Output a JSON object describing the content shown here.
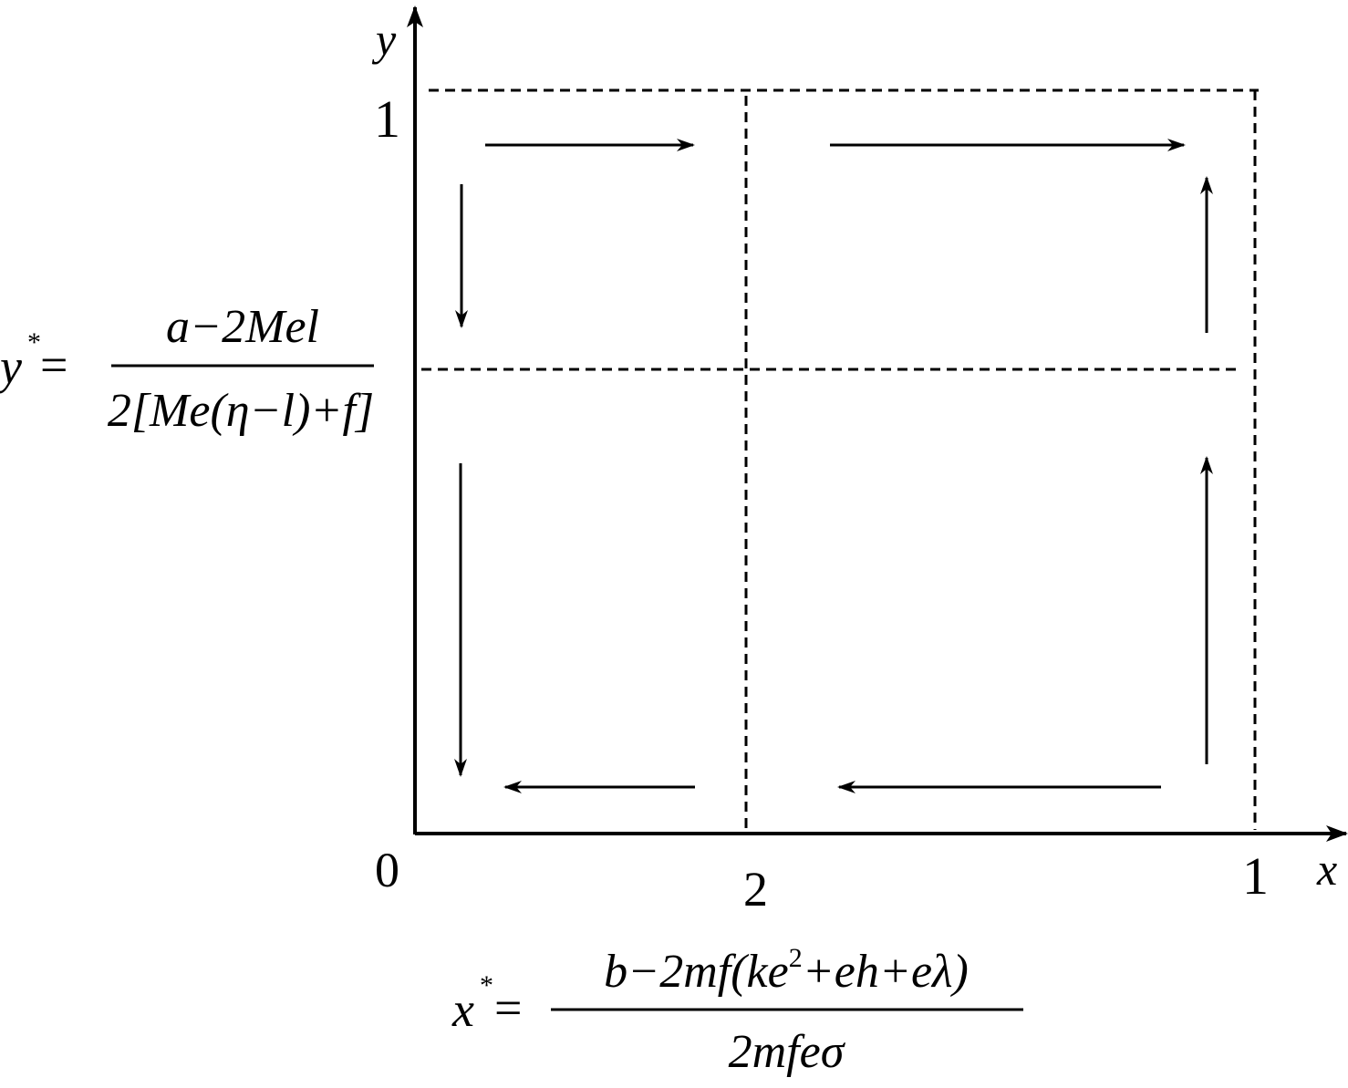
{
  "axes": {
    "x_label": "x",
    "y_label": "y",
    "origin_label": "0",
    "x_tick_1": "1",
    "y_tick_1": "1",
    "x_tick_mid": "2"
  },
  "y_star": {
    "lhs": "y",
    "superscript": "*",
    "equals": "=",
    "numerator": "a−2Mel",
    "denominator": "2[Me(η−l)+f]"
  },
  "x_star": {
    "lhs": "x",
    "superscript": "*",
    "equals": "=",
    "numerator_a": "b−2mf(ke",
    "numerator_sup": "2",
    "numerator_b": "+eh+eλ)",
    "denominator": "2mfeσ"
  },
  "colors": {
    "line": "#000000",
    "background": "#ffffff"
  }
}
